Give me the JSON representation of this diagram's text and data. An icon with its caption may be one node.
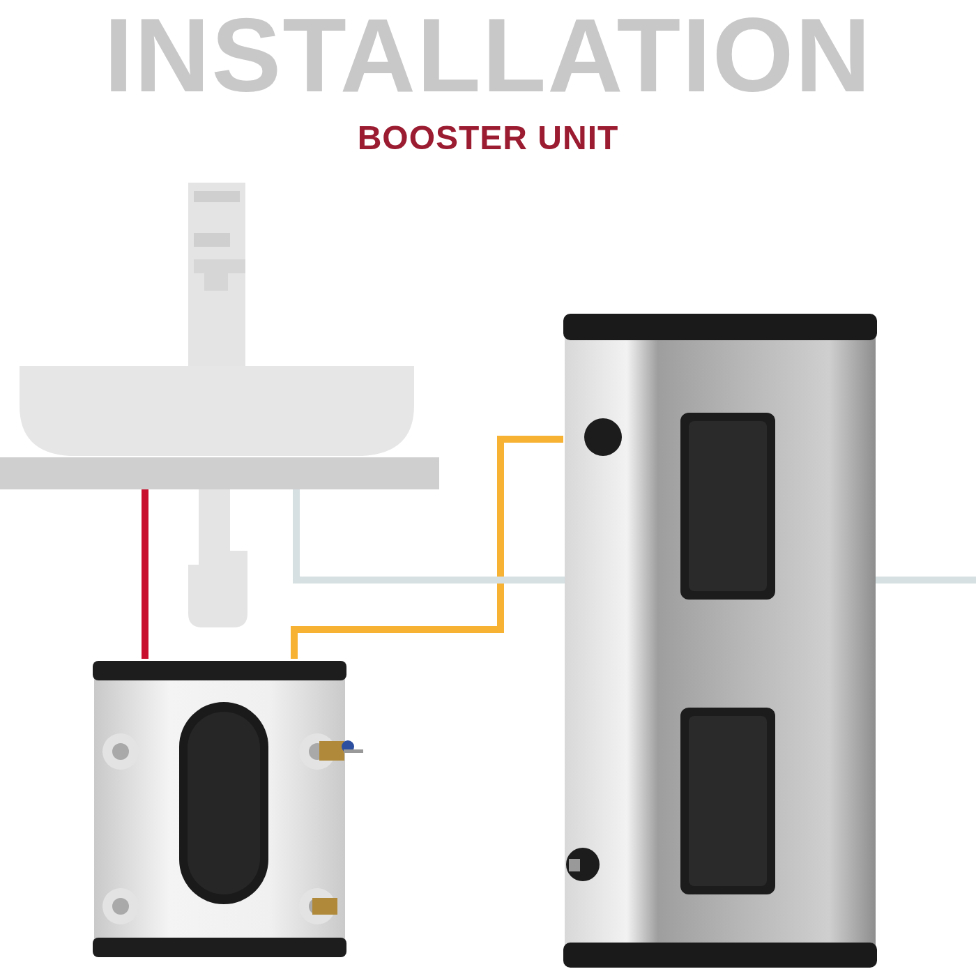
{
  "diagram": {
    "title": "BOOSTER UNIT",
    "nodes": [
      {
        "text": [],
        "shape": "picture"
      },
      {
        "text": [],
        "shape": "picture"
      },
      {
        "text": [],
        "shape": "picture"
      }
    ],
    "edges": [
      {
        "from": 1,
        "to": 0,
        "arrow": "none",
        "color": "#c8102e"
      },
      {
        "from": 2,
        "to": 1,
        "arrow": "none",
        "color": "#f7b233"
      },
      {
        "from": null,
        "to": 0,
        "arrow": "none",
        "color": "#d6dfe2"
      }
    ],
    "labels": [
      "INSTALLATION"
    ]
  }
}
